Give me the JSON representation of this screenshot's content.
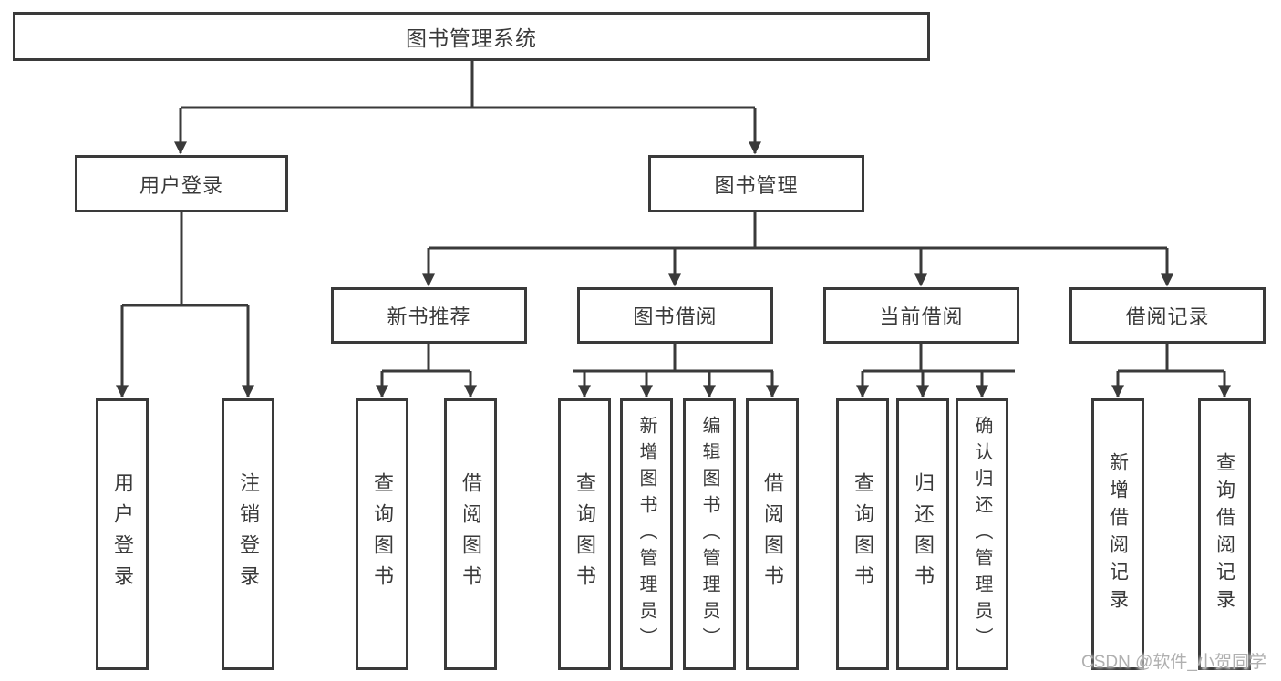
{
  "colors": {
    "line": "#3a3a3a",
    "text": "#3a3a3a",
    "watermark": "#b0b0b0",
    "background": "#ffffff"
  },
  "title": {
    "label": "图书管理系统"
  },
  "level2": [
    {
      "label": "用户登录"
    },
    {
      "label": "图书管理"
    }
  ],
  "level3": [
    {
      "label": "新书推荐",
      "parent": "图书管理"
    },
    {
      "label": "图书借阅",
      "parent": "图书管理"
    },
    {
      "label": "当前借阅",
      "parent": "图书管理"
    },
    {
      "label": "借阅记录",
      "parent": "图书管理"
    }
  ],
  "leaves": [
    {
      "label": "用户登录",
      "parent": "用户登录"
    },
    {
      "label": "注销登录",
      "parent": "用户登录"
    },
    {
      "label": "查询图书",
      "parent": "新书推荐"
    },
    {
      "label": "借阅图书",
      "parent": "新书推荐"
    },
    {
      "label": "查询图书",
      "parent": "图书借阅"
    },
    {
      "label": "新增图书（管理员）",
      "parent": "图书借阅"
    },
    {
      "label": "编辑图书（管理员）",
      "parent": "图书借阅"
    },
    {
      "label": "借阅图书",
      "parent": "图书借阅"
    },
    {
      "label": "查询图书",
      "parent": "当前借阅"
    },
    {
      "label": "归还图书",
      "parent": "当前借阅"
    },
    {
      "label": "确认归还（管理员）",
      "parent": "当前借阅"
    },
    {
      "label": "新增借阅记录",
      "parent": "借阅记录"
    },
    {
      "label": "查询借阅记录",
      "parent": "借阅记录"
    }
  ],
  "watermark": {
    "label": "CSDN @软件_小贺同学"
  }
}
